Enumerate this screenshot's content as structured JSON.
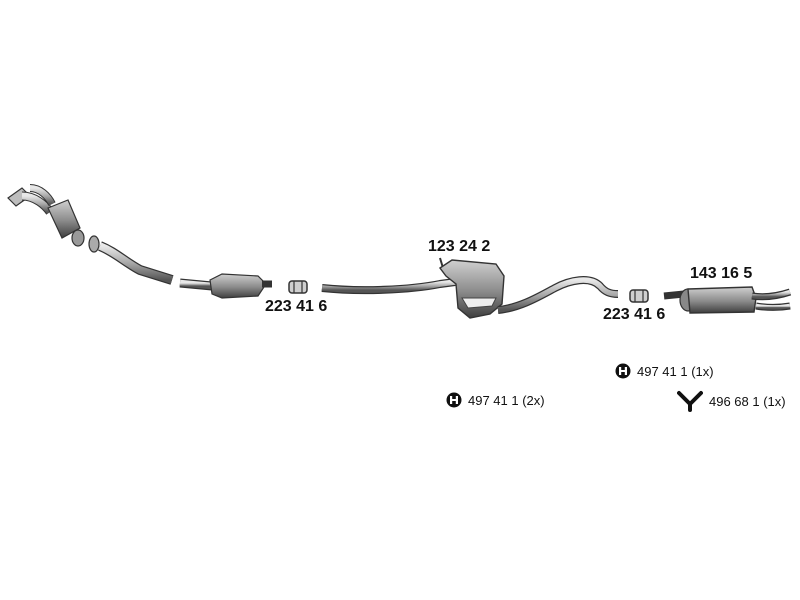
{
  "parts": [
    {
      "id": "clamp-front",
      "number": "223 41 6"
    },
    {
      "id": "centre-silencer",
      "number": "123 24 2"
    },
    {
      "id": "clamp-rear",
      "number": "223 41 6"
    },
    {
      "id": "rear-silencer",
      "number": "143 16 5"
    }
  ],
  "accessories": [
    {
      "id": "hanger-a",
      "label": "497 41 1 (2x)",
      "icon": "rubber-hanger-icon"
    },
    {
      "id": "hanger-b",
      "label": "497 41 1 (1x)",
      "icon": "rubber-hanger-icon"
    },
    {
      "id": "hanger-y",
      "label": "496 68 1 (1x)",
      "icon": "y-hanger-icon"
    }
  ],
  "colors": {
    "line": "#333333",
    "metal": "#9a9a9a",
    "metal_dark": "#5a5a5a",
    "metal_light": "#d4d4d4"
  }
}
